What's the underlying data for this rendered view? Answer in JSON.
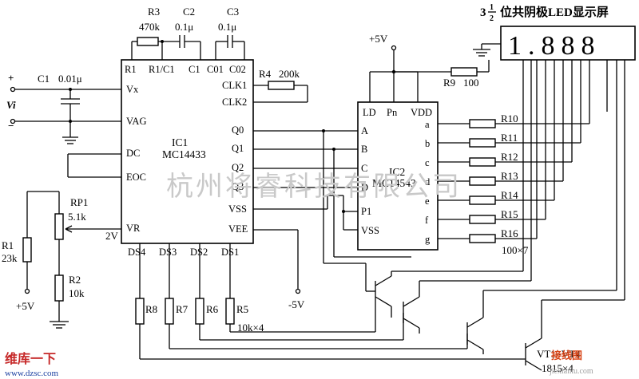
{
  "title": {
    "prefix": "3",
    "frac_num": "1",
    "frac_den": "2",
    "main": "位共阴极LED显示屏"
  },
  "display": {
    "digits": "1.888"
  },
  "supply": {
    "plus5_top": "+5V",
    "plus5_rp": "+5V",
    "minus5": "-5V",
    "v2": "2V"
  },
  "input": {
    "plus": "+",
    "minus": "−",
    "vi": "Vi"
  },
  "ic1": {
    "name": "IC1",
    "part": "MC14433",
    "pins_top": [
      "R1",
      "R1/C1",
      "C1",
      "C01",
      "C02"
    ],
    "pins_left": [
      "Vx",
      "VAG",
      "DC",
      "EOC",
      "VR"
    ],
    "pins_right": [
      "CLK1",
      "CLK2",
      "Q0",
      "Q1",
      "Q2",
      "Q3",
      "VSS",
      "VEE"
    ],
    "pins_bottom": [
      "DS4",
      "DS3",
      "DS2",
      "DS1"
    ]
  },
  "ic2": {
    "name": "IC2",
    "part": "MC14543",
    "pins_top": [
      "LD",
      "Pn",
      "VDD"
    ],
    "pins_left": [
      "A",
      "B",
      "C",
      "D",
      "P1",
      "VSS"
    ],
    "pins_right": [
      "a",
      "b",
      "c",
      "d",
      "e",
      "f",
      "g"
    ]
  },
  "components": {
    "R3": "R3",
    "R3v": "470k",
    "C2": "C2",
    "C2v": "0.1μ",
    "C3": "C3",
    "C3v": "0.1μ",
    "C1": "C1",
    "C1v": "0.01μ",
    "R4": "R4",
    "R4v": "200k",
    "R9": "R9",
    "R9v": "100",
    "RP1": "RP1",
    "RP1v": "5.1k",
    "R1": "R1",
    "R1v": "23k",
    "R2": "R2",
    "R2v": "10k",
    "R8": "R8",
    "R7": "R7",
    "R6": "R6",
    "R5": "R5",
    "R5v": "10k×4",
    "seg_res": [
      "R10",
      "R11",
      "R12",
      "R13",
      "R14",
      "R15",
      "R16"
    ],
    "seg_note": "100×7",
    "vt": "VT1~VT4",
    "vt_part": "1815×4"
  },
  "watermarks": {
    "center": "杭州将睿科技有限公司",
    "bl_logo": "维库一下",
    "bl_url": "www.dzsc.com",
    "br_logo": "接线图",
    "br_url": "jiexiantu.com"
  }
}
